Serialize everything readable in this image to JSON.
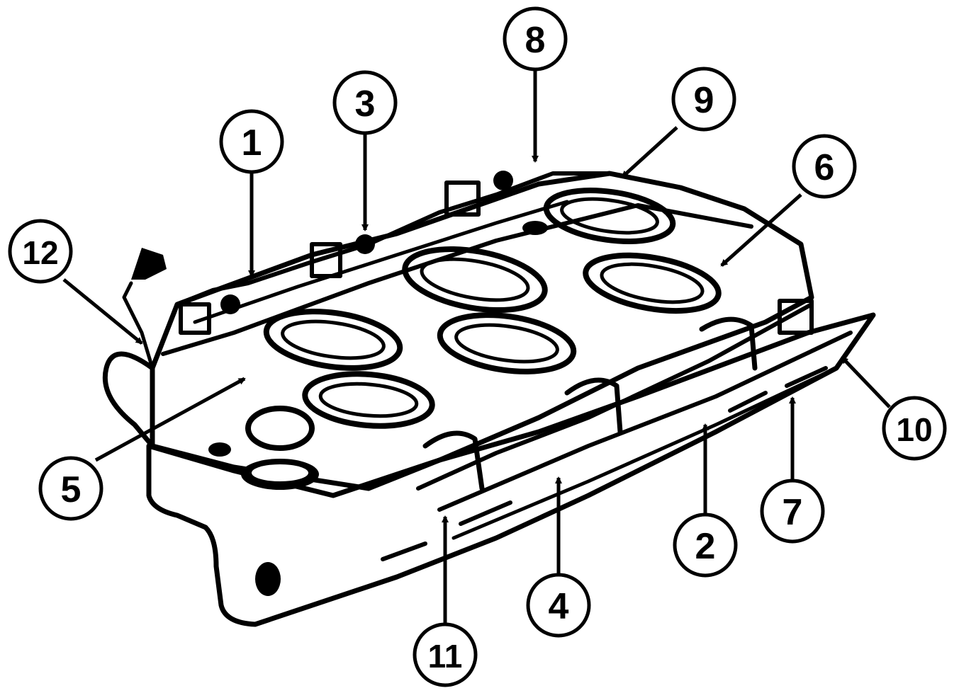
{
  "diagram": {
    "ink_color": "#000000",
    "paper_color": "#ffffff",
    "callouts": [
      {
        "id": "1",
        "label": "1"
      },
      {
        "id": "2",
        "label": "2"
      },
      {
        "id": "3",
        "label": "3"
      },
      {
        "id": "4",
        "label": "4"
      },
      {
        "id": "5",
        "label": "5"
      },
      {
        "id": "6",
        "label": "6"
      },
      {
        "id": "7",
        "label": "7"
      },
      {
        "id": "8",
        "label": "8"
      },
      {
        "id": "9",
        "label": "9"
      },
      {
        "id": "10",
        "label": "10"
      },
      {
        "id": "11",
        "label": "11"
      },
      {
        "id": "12",
        "label": "12"
      }
    ]
  }
}
